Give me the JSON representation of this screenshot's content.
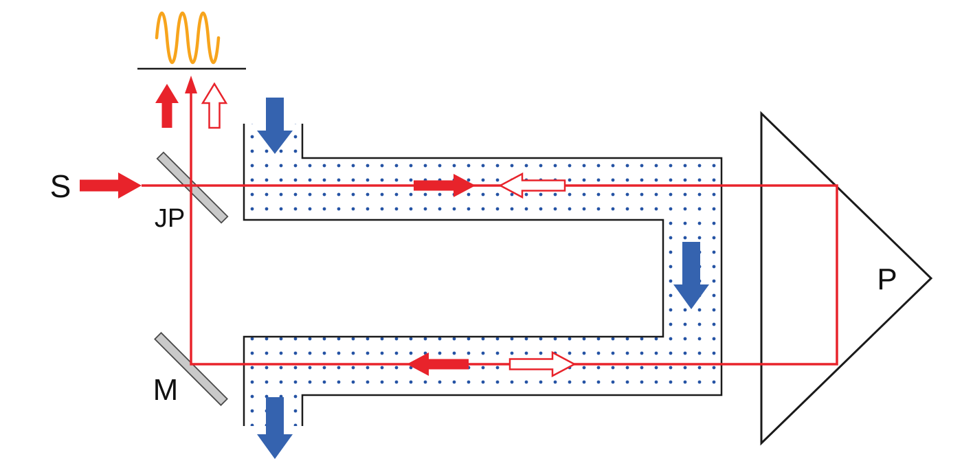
{
  "diagram": {
    "labels": {
      "source": "S",
      "splitter": "JP",
      "mirror": "M",
      "prism": "P"
    },
    "colors": {
      "beam_red": "#e8232b",
      "water_blue": "#3563af",
      "dot_blue": "#2553a4",
      "wave_orange": "#f7a41c",
      "line_black": "#1a1a1a",
      "mirror_gray": "#c9c9c9",
      "mirror_edge": "#4a4a4a",
      "label_black": "#111111",
      "background": "#ffffff"
    },
    "icons": {
      "interference_wave": "sine-wave",
      "solid_beam_arrow": "filled-arrow",
      "open_beam_arrow": "outlined-arrow",
      "water_flow_arrow": "filled-arrow"
    }
  }
}
